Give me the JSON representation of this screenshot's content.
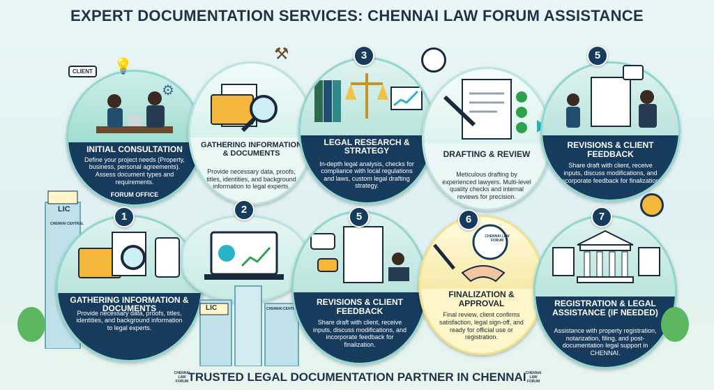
{
  "page": {
    "title": "EXPERT DOCUMENTATION SERVICES: CHENNAI LAW FORUM ASSISTANCE",
    "footer": "TRUSTED LEGAL DOCUMENTATION PARTNER IN CHENNAI",
    "client_bubble": "CLIENT",
    "sign_lic_top": "LIC",
    "sign_chennai_central_top": "CHENNAI CENTRAL",
    "sign_lic_bottom": "LIC",
    "sign_chennai_central_bottom": "CHENNAI CENTRAL",
    "seal_text": "CHENNAI LAW FORUM",
    "logo_left": "CHENNAI LAW FORUM",
    "logo_right": "CHENNAI LAW FORUM"
  },
  "colors": {
    "dark_band": "#163b5c",
    "accent_teal": "#29b3c6",
    "highlight_yellow": "#fff7c9",
    "ring": "#8fd6d0"
  },
  "steps": [
    {
      "number": "",
      "title": "INITIAL CONSULTATION",
      "desc": "Define your project needs (Property, business, personal agreements). Assess document types and requirements.",
      "extra": "FORUM OFFICE"
    },
    {
      "number": "",
      "title": "GATHERING INFORMATION & DOCUMENTS",
      "desc": "Provide necessary data, proofs, titles, identities, and background information to legal experts."
    },
    {
      "number": "3",
      "title": "LEGAL RESEARCH & STRATEGY",
      "desc": "In-depth legal analysis, checks for compliance with local regulations and laws, custom legal drafting strategy."
    },
    {
      "number": "",
      "title": "DRAFTING & REVIEW",
      "desc": "Meticulous drafting by experienced lawyers. Multi-level quality checks and internal reviews for precision."
    },
    {
      "number": "5",
      "title": "REVISIONS & CLIENT FEEDBACK",
      "desc": "Share draft with client, receive inputs, discuss modifications, and incorporate feedback for finalization."
    },
    {
      "number": "1",
      "title": "GATHERING INFORMATION & DOCUMENTS",
      "desc": "Provide necessary data, proofs, titles, identities, and background information to legal experts."
    },
    {
      "number": "2",
      "title": "",
      "desc": ""
    },
    {
      "number": "5",
      "title": "REVISIONS & CLIENT FEEDBACK",
      "desc": "Share draft with client, receive inputs, discuss modifications, and incorporate feedback for finalization."
    },
    {
      "number": "6",
      "title": "FINALIZATION & APPROVAL",
      "desc": "Final review, client confirms satisfaction, legal sign-off, and ready for official use or registration."
    },
    {
      "number": "7",
      "title": "REGISTRATION & LEGAL ASSISTANCE (If needed)",
      "desc": "Assistance with property registration, notarization, filing, and post-documentation legal support in CHENNAI."
    }
  ]
}
